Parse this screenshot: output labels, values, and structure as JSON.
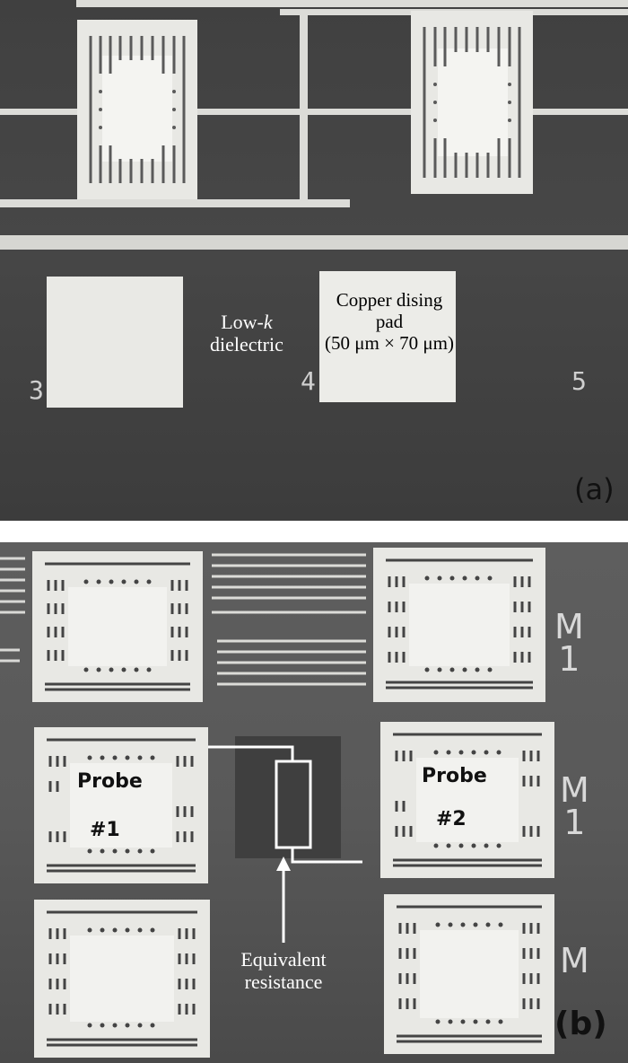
{
  "panel_a": {
    "dielectric_label_line1": "Low-",
    "dielectric_label_k": "k",
    "dielectric_label_line2": "dielectric",
    "pad_label_line1": "Copper dising",
    "pad_label_line2": "pad",
    "pad_label_line3": "(50 μm × 70 μm)",
    "pad_numbers": [
      "3",
      "4",
      "5"
    ],
    "tag": "(a)"
  },
  "panel_b": {
    "probe1_line1": "Probe",
    "probe1_line2": "#1",
    "probe2_line1": "Probe",
    "probe2_line2": "#2",
    "resistance_line1": "Equivalent",
    "resistance_line2": "resistance",
    "side_marks": [
      "M",
      "1"
    ],
    "tag": "(b)"
  }
}
